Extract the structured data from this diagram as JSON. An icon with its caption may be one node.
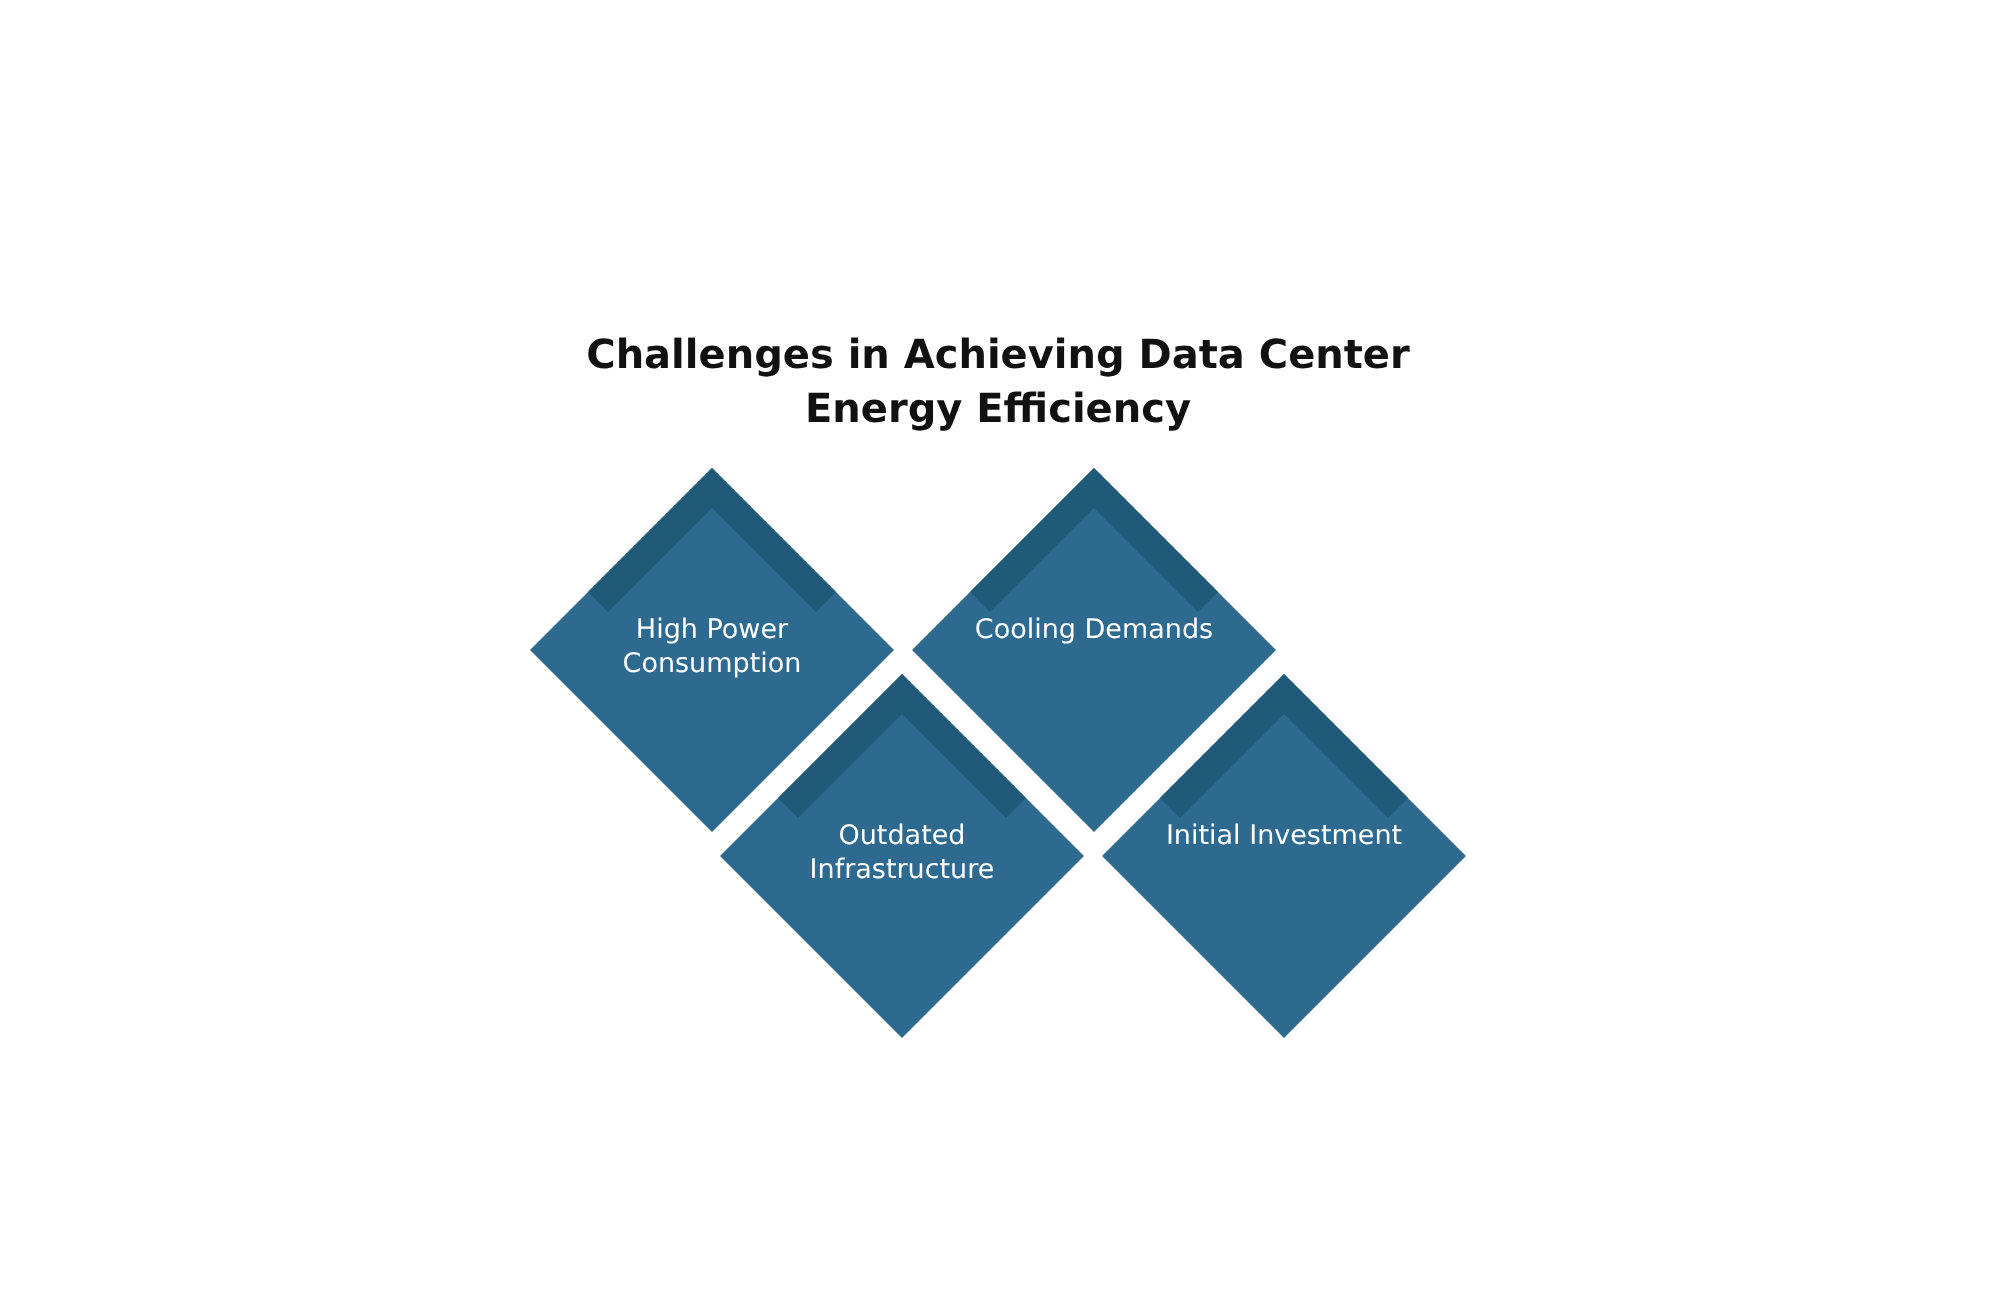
{
  "diagram": {
    "title": "Challenges in Achieving Data Center Energy Efficiency",
    "nodes": [
      {
        "text": [
          "High Power Consumption"
        ]
      },
      {
        "text": [
          "Cooling Demands"
        ]
      },
      {
        "text": [
          "Outdated Infrastructure"
        ]
      },
      {
        "text": [
          "Initial Investment"
        ]
      }
    ],
    "edges": []
  }
}
